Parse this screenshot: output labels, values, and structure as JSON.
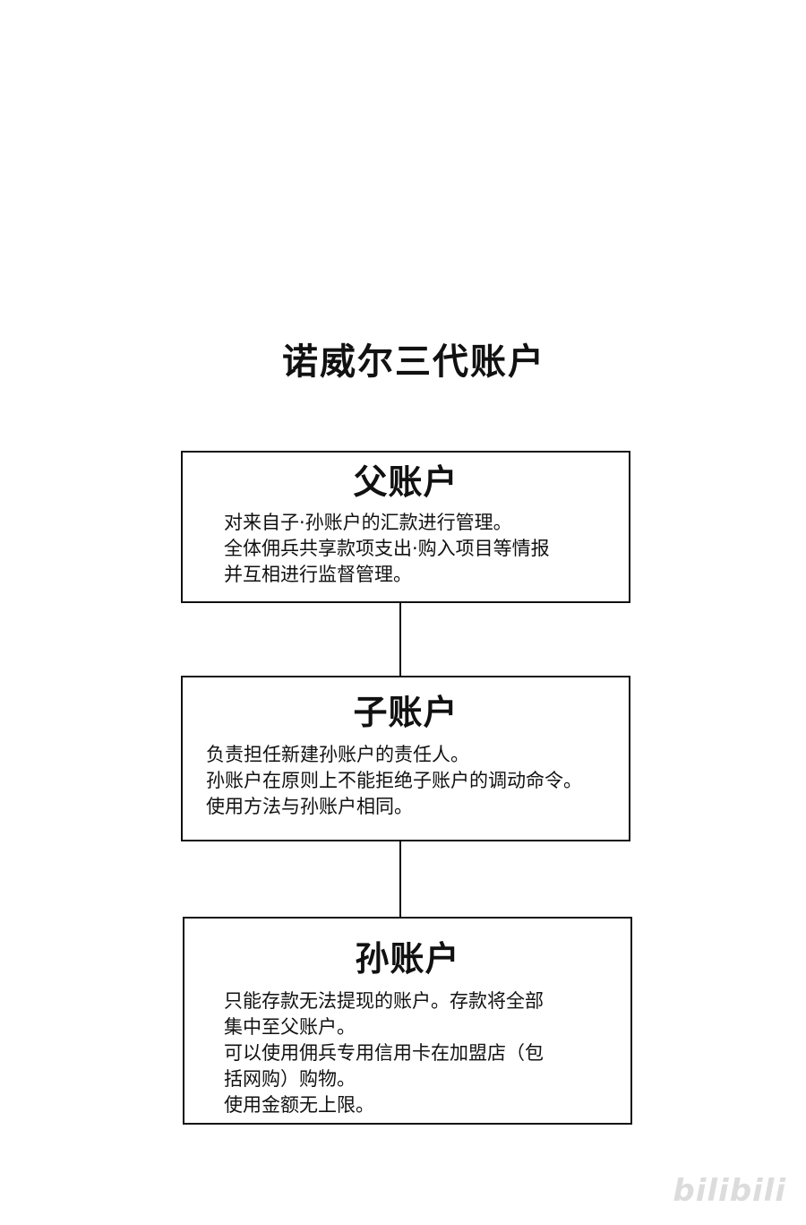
{
  "title": "诺威尔三代账户",
  "boxes": [
    {
      "heading": "父账户",
      "lines": [
        "对来自子·孙账户的汇款进行管理。",
        "全体佣兵共享款项支出·购入项目等情报",
        "并互相进行监督管理。"
      ]
    },
    {
      "heading": "子账户",
      "lines": [
        "负责担任新建孙账户的责任人。",
        "孙账户在原则上不能拒绝子账户的调动命令。",
        "使用方法与孙账户相同。"
      ]
    },
    {
      "heading": "孙账户",
      "lines": [
        "只能存款无法提现的账户。存款将全部",
        "集中至父账户。",
        "可以使用佣兵专用信用卡在加盟店（包",
        "括网购）购物。",
        "使用金额无上限。"
      ]
    }
  ],
  "watermark": "bilibili"
}
